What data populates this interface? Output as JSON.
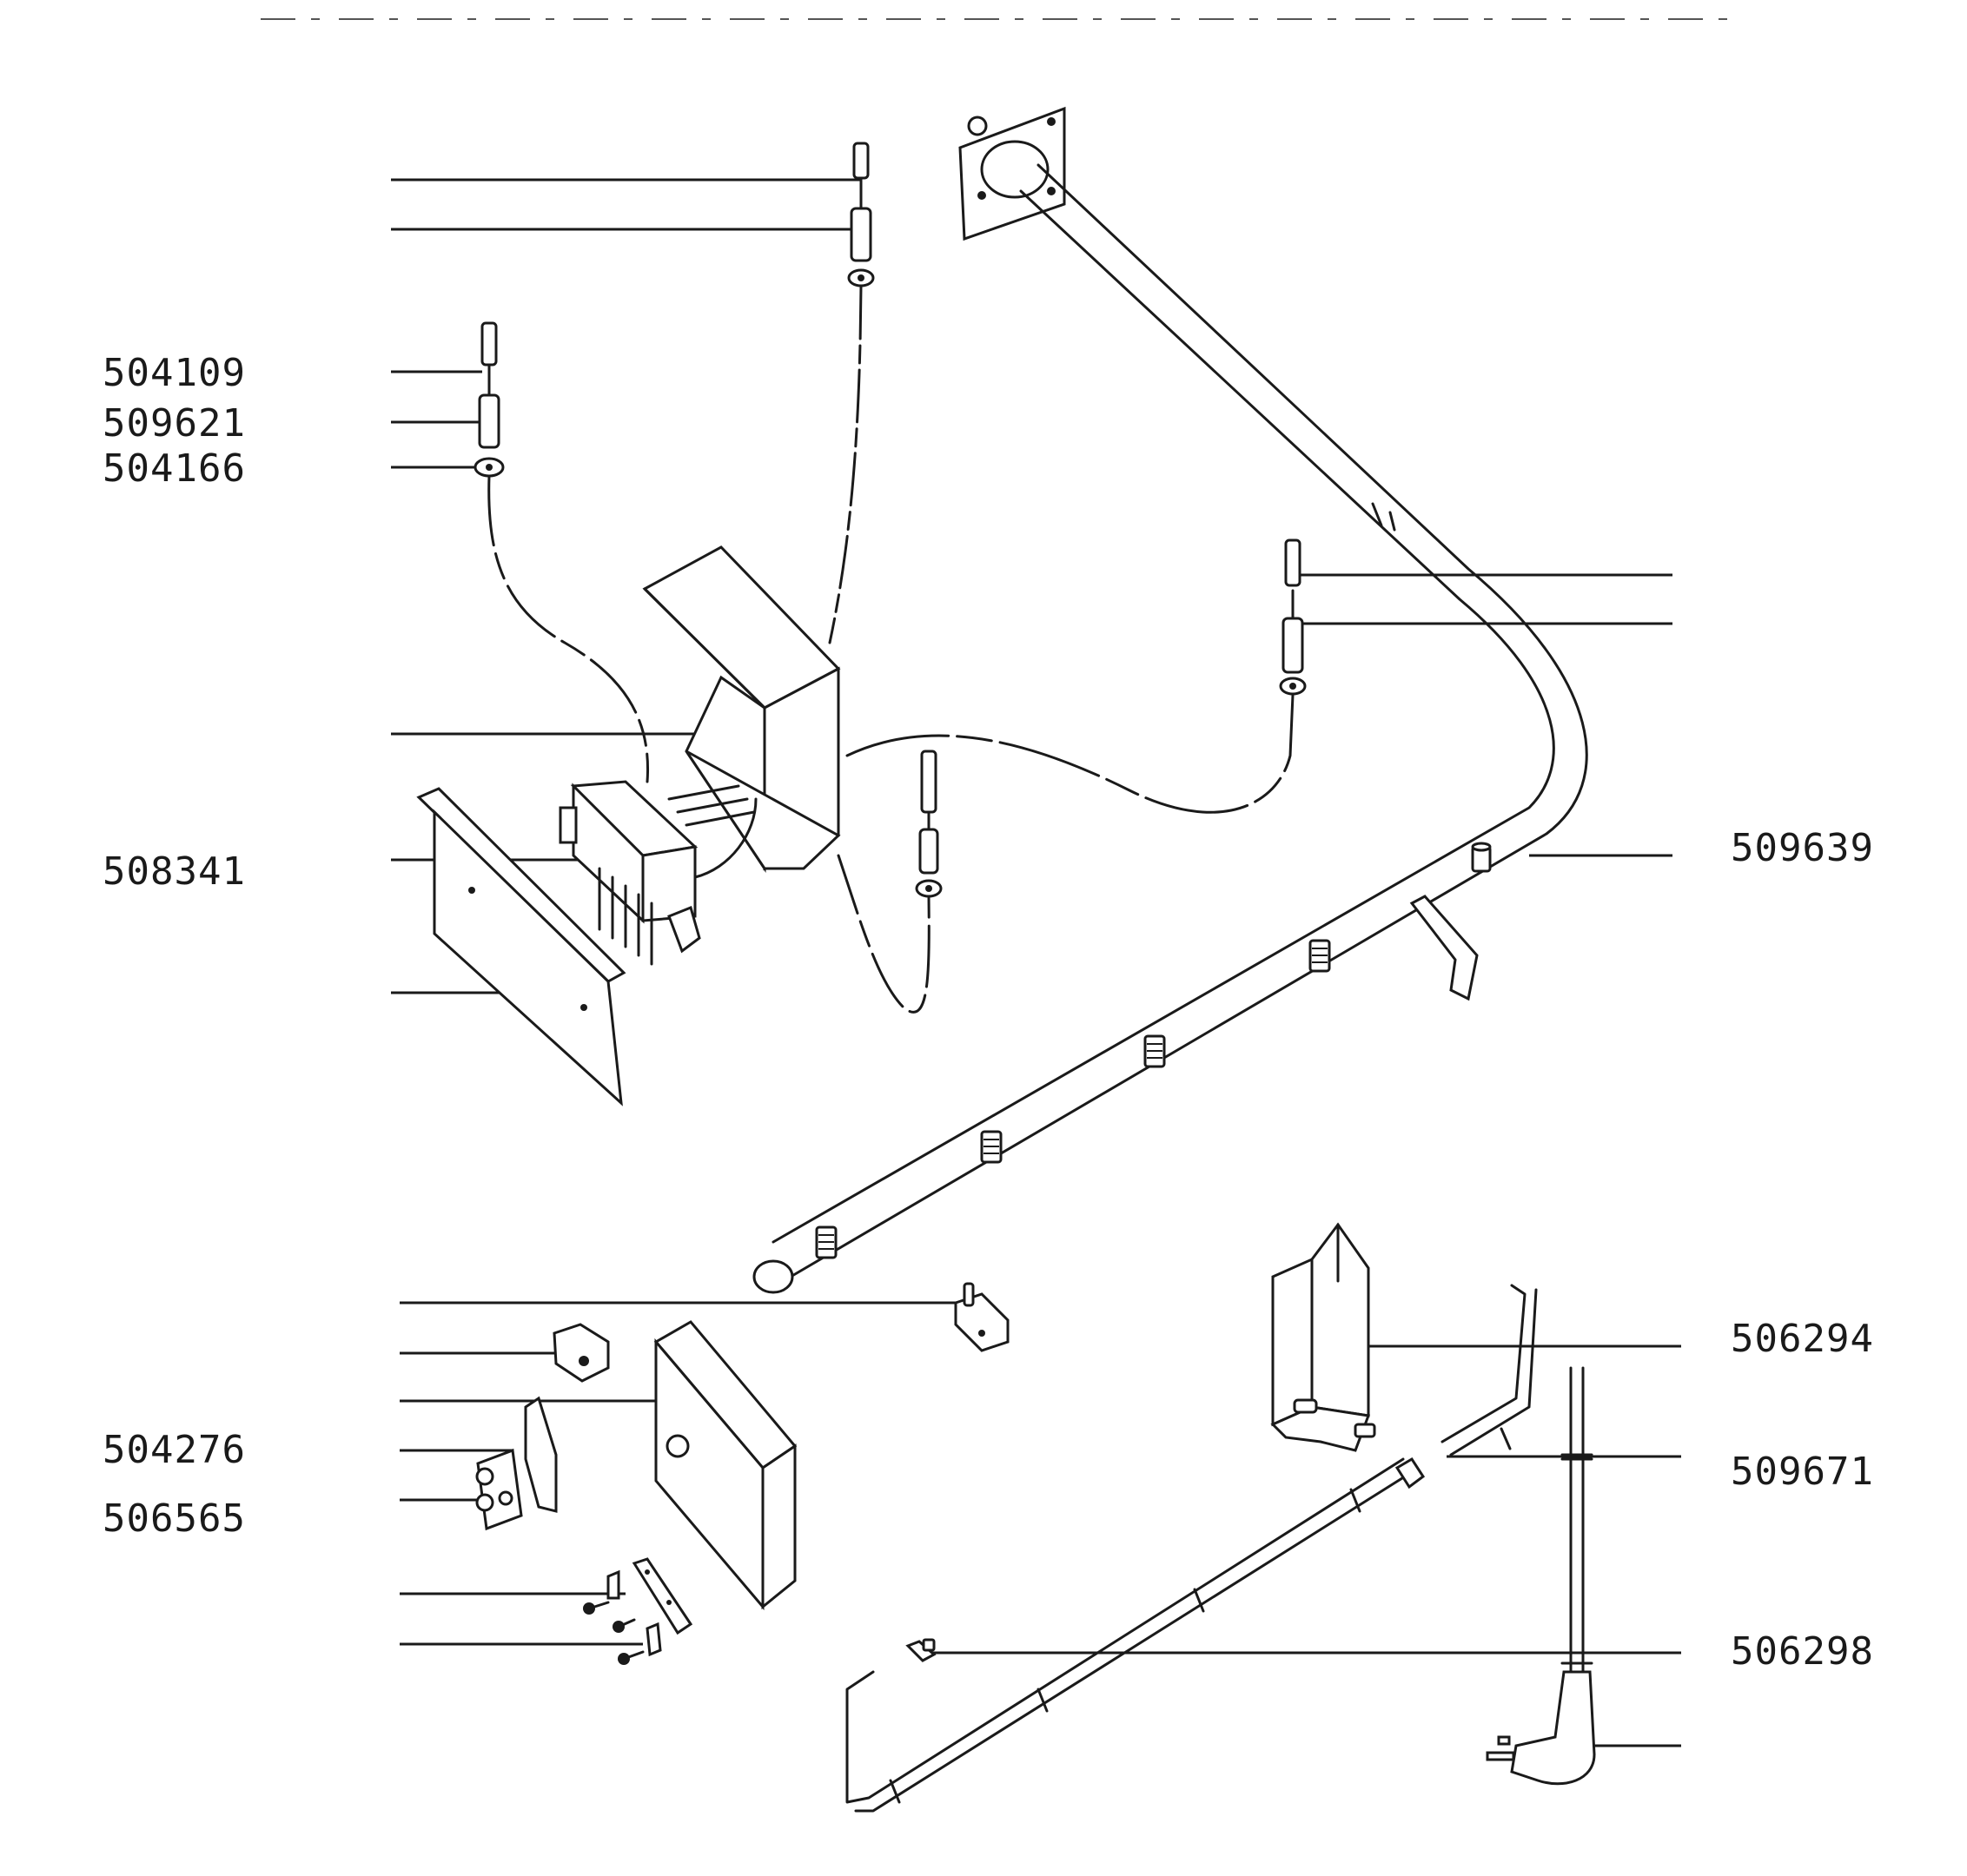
{
  "labels": {
    "l504109": "504109",
    "l509621": "509621",
    "l504166": "504166",
    "l508341": "508341",
    "l509639": "509639",
    "l504276": "504276",
    "l506565": "506565",
    "l506294": "506294",
    "l509671": "509671",
    "l506298": "506298"
  }
}
